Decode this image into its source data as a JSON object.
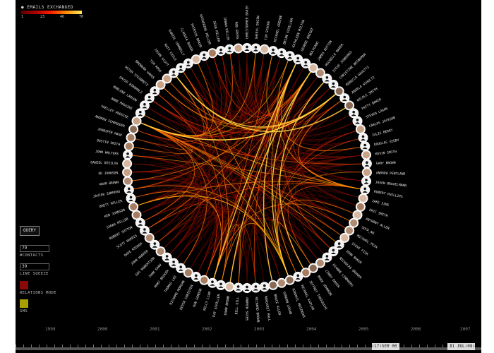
{
  "legend": {
    "title": "● EMAILS EXCHANGED",
    "ticks": [
      "1",
      "23",
      "46",
      "70"
    ]
  },
  "controls": {
    "query_label": "QUERY",
    "contacts_value": "79",
    "contacts_label": "#CONTACTS",
    "squeeze_value": "39",
    "squeeze_label": "LINE SQEEZE",
    "relations_label": "RELATIONS MODE",
    "sms_label": "SMS",
    "relations_color": "#8a0a0a",
    "sms_color": "#a8a000"
  },
  "contacts": [
    "CHRISTOPHER BAKER",
    "SHERYL DOGIN",
    "TIM STACKE",
    "MICHAEL GREENE",
    "BRIAN SCHILLER",
    "KATHLEEN MILTON",
    "GEORGE KNIGHT",
    "WOLFGANG",
    "JAMES BOTTON",
    "MICHELLE BAKER",
    "STEVE JENNINGS",
    "CHRISTINE BRINKMAN",
    "REBECCA GAVETTI",
    "ANGELA SCHULTZ",
    "NICOLE SMITH",
    "PATTY BAKER",
    "STEVEN LOGAN",
    "CARLOS JACKSON",
    "JULIE BERRY",
    "DOUGLAS SEEBY",
    "KEVIN SMITH",
    "GARY BROWN",
    "ANDREW PENTLAND",
    "JASON BRAXELMANN",
    "ROBERT PHILLIPS",
    "JAKE SIMS",
    "ERIC SMITH",
    "ANTHONY ALLEN",
    "SOYA_AN",
    "MICHAEL PEZA",
    "STEVE FISK",
    "JOHN BAKER",
    "NICHOLAS GRAHAM",
    "DIANNE LINDBERG",
    "CINDY BAKER",
    "MARK JOHNSON",
    "JEFFREY TANIGUCHI",
    "MICHAEL KAPLAN",
    "MIKHAIL MUSINSKI",
    "GORDON LOGAN",
    "BRUCE ALLEN",
    "MARGARET HALL",
    "RICHARD BROWN",
    "ANDREW SACHS",
    "BILL GILL",
    "DAWN BROWN",
    "PAT SCHILLER",
    "KELLY LIAM",
    "DAN GORDON",
    "KEVIN CHRISTEN",
    "RICHARD MORGAN",
    "THOMAS LEE",
    "MARY BECKER",
    "JOHN SHAW",
    "GUS ROBERTSON",
    "JOHN HARPER",
    "DAVE RIEDER",
    "SCOTT HARRIS",
    "ROBERT SUTTON",
    "SARAH MILLER",
    "KEN JOHNSON",
    "BRETT MILLER",
    "JAVIER ZAMPERO",
    "ADAM BROWN",
    "ED JOHNSON",
    "DANIEL DESILVA",
    "JOHN WALTERS",
    "DUSTIN SMITH",
    "JENNIFER MASK",
    "ANDREW SCHROEDER",
    "SHELLEY PROSISE",
    "ANNE MAGUIRE",
    "MARLENE LARSON",
    "DAVID BIRNHOLZ",
    "PETER STEINMETZ",
    "BRENDAN VAHOS",
    "TIM ROOS",
    "JASON SCOTT",
    "MATT CHILD",
    "DANIEL CONNOLLY",
    "CLAUDIA BAKER",
    "PATRICK BAKER",
    "KATHERINE MILLER",
    "SEAN MILLER",
    "JONAH MILLER",
    "ROB GROSS"
  ],
  "timeline": {
    "years": [
      "1999",
      "2000",
      "2001",
      "2002",
      "2003",
      "2004",
      "2005",
      "2006",
      "2007"
    ],
    "start_label": "17 SEP 06",
    "end_label": "31 JUL 08"
  }
}
